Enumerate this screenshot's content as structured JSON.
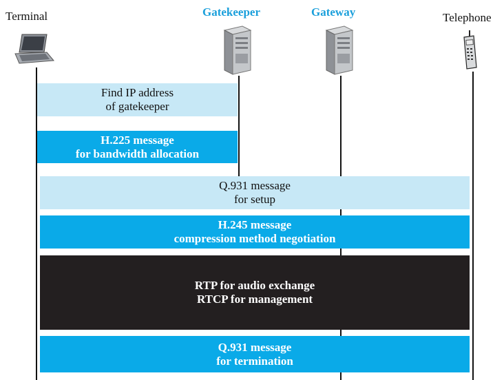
{
  "participants": {
    "terminal": "Terminal",
    "gatekeeper": "Gatekeeper",
    "gateway": "Gateway",
    "telephone": "Telephone"
  },
  "messages": [
    {
      "line1": "Find IP address",
      "line2": "of gatekeeper"
    },
    {
      "line1": "H.225 message",
      "line2": "for bandwidth allocation"
    },
    {
      "line1": "Q.931 message",
      "line2": "for setup"
    },
    {
      "line1": "H.245 message",
      "line2": "compression method negotiation"
    },
    {
      "line1": "RTP for audio exchange",
      "line2": "RTCP for management"
    },
    {
      "line1": "Q.931 message",
      "line2": "for termination"
    }
  ],
  "colors": {
    "light": "#c7e8f6",
    "mid": "#0aaae8",
    "dark": "#231f20",
    "accent_label": "#1a9fdb"
  },
  "icons": {
    "terminal": "laptop-icon",
    "gatekeeper": "server-tower-icon",
    "gateway": "server-tower-icon",
    "telephone": "mobile-phone-icon"
  }
}
